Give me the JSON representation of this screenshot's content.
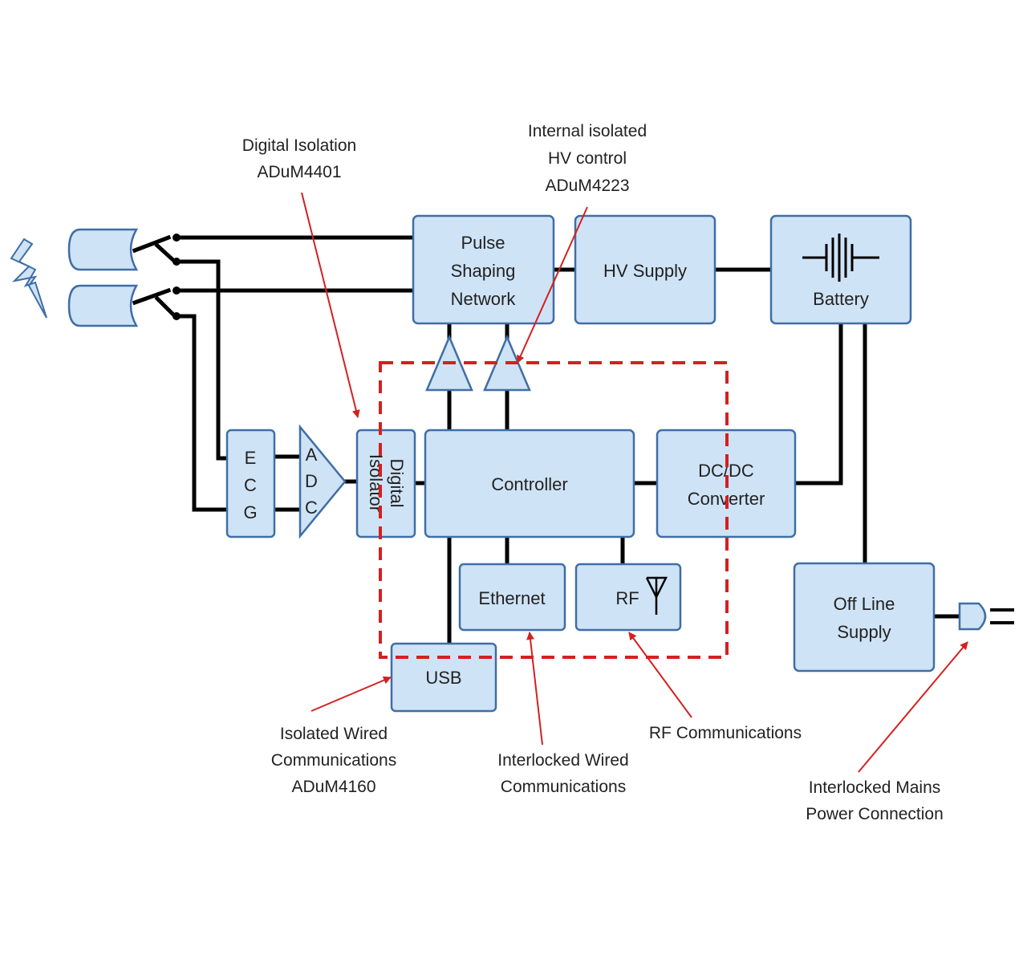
{
  "blocks": {
    "pulse_shaping": [
      "Pulse",
      "Shaping",
      "Network"
    ],
    "hv_supply": "HV Supply",
    "battery": "Battery",
    "ecg": [
      "E",
      "C",
      "G"
    ],
    "adc": [
      "A",
      "D",
      "C"
    ],
    "digital_isolator": [
      "Digital",
      "Isolator"
    ],
    "controller": "Controller",
    "dcdc": [
      "DC/DC",
      "Converter"
    ],
    "ethernet": "Ethernet",
    "rf": "RF",
    "usb": "USB",
    "offline_supply": [
      "Off Line",
      "Supply"
    ]
  },
  "annotations": {
    "digital_isolation": [
      "Digital Isolation",
      "ADuM4401"
    ],
    "internal_hv": [
      "Internal isolated",
      "HV control",
      "ADuM4223"
    ],
    "isolated_wired": [
      "Isolated Wired",
      "Communications",
      "ADuM4160"
    ],
    "interlocked_wired": [
      "Interlocked Wired",
      "Communications"
    ],
    "rf_comms": "RF Communications",
    "mains": [
      "Interlocked Mains",
      "Power Connection"
    ]
  },
  "icons": {
    "lightning": "lightning-icon",
    "paddle": "paddle-icon",
    "battery_symbol": "battery-symbol-icon",
    "antenna": "antenna-icon",
    "plug": "plug-icon"
  },
  "colors": {
    "block_fill": "#cfe3f6",
    "block_stroke": "#3f6ea6",
    "isolation_boundary": "#d42020"
  }
}
